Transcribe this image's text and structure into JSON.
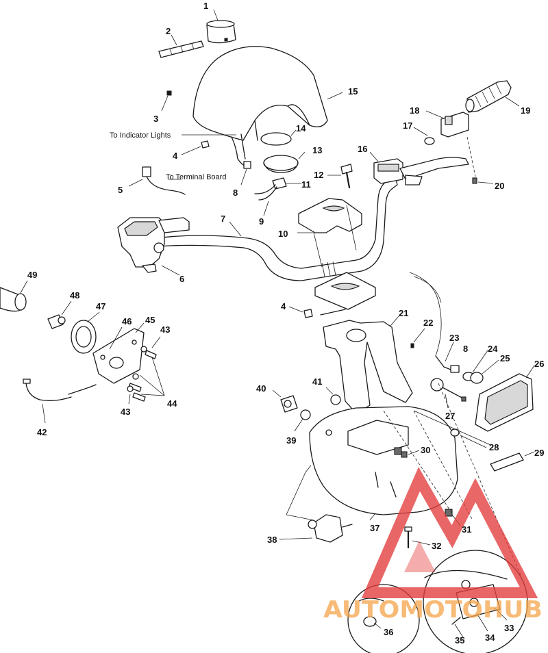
{
  "callouts": {
    "c1": "1",
    "c2": "2",
    "c3": "3",
    "c4a": "4",
    "c4b": "4",
    "c5": "5",
    "c6": "6",
    "c7": "7",
    "c8a": "8",
    "c8b": "8",
    "c9": "9",
    "c10": "10",
    "c11": "11",
    "c12": "12",
    "c13": "13",
    "c14": "14",
    "c15": "15",
    "c16": "16",
    "c17": "17",
    "c18": "18",
    "c19": "19",
    "c20": "20",
    "c21": "21",
    "c22": "22",
    "c23": "23",
    "c24": "24",
    "c25": "25",
    "c26": "26",
    "c27": "27",
    "c28": "28",
    "c29": "29",
    "c30": "30",
    "c31": "31",
    "c32": "32",
    "c33": "33",
    "c34": "34",
    "c35": "35",
    "c36": "36",
    "c37": "37",
    "c38": "38",
    "c39": "39",
    "c40": "40",
    "c41": "41",
    "c42": "42",
    "c43a": "43",
    "c43b": "43",
    "c44": "44",
    "c45": "45",
    "c46": "46",
    "c47": "47",
    "c48": "48",
    "c49": "49"
  },
  "notes": {
    "indicator_lights": "To Indicator Lights",
    "terminal_board": "To Terminal Board"
  },
  "watermark": {
    "text": "AUTOMOTOHUB",
    "color_orange": "#f5a54a",
    "color_red": "#e43c3c"
  }
}
